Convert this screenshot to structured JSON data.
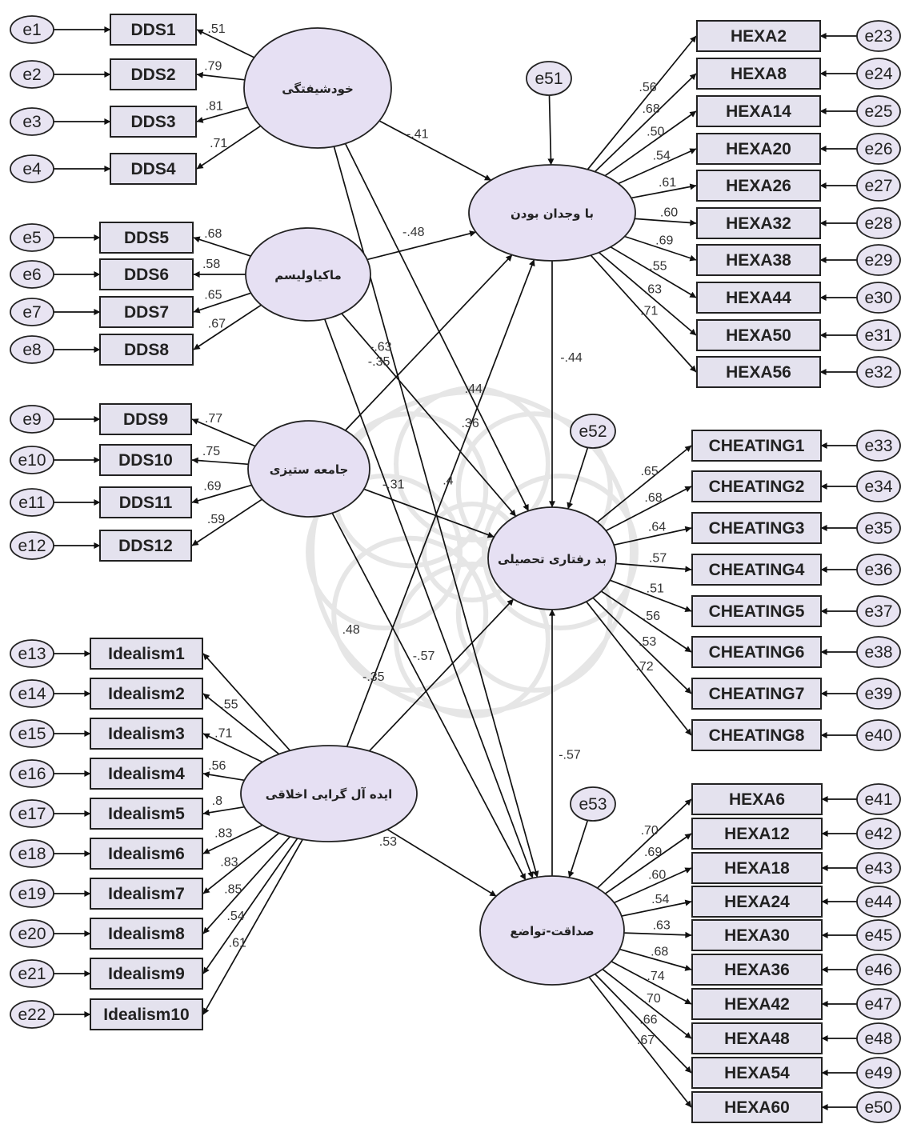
{
  "latents": [
    {
      "id": "L1",
      "label": "خودشیفتگی"
    },
    {
      "id": "L2",
      "label": "ماکیاولیسم"
    },
    {
      "id": "L3",
      "label": "جامعه ستیزی"
    },
    {
      "id": "L4",
      "label": "ایده آل گرایی اخلاقی"
    },
    {
      "id": "L5",
      "label": "با وجدان بودن"
    },
    {
      "id": "L6",
      "label": "بد رفتاری تحصیلی"
    },
    {
      "id": "L7",
      "label": "صداقت-تواضع"
    }
  ],
  "disturbances": [
    {
      "id": "e51",
      "target": "L5"
    },
    {
      "id": "e52",
      "target": "L6"
    },
    {
      "id": "e53",
      "target": "L7"
    }
  ],
  "left_indicators": [
    {
      "factor": "L1",
      "items": [
        {
          "name": "DDS1",
          "error": "e1",
          "loading": ".51"
        },
        {
          "name": "DDS2",
          "error": "e2",
          "loading": ".79"
        },
        {
          "name": "DDS3",
          "error": "e3",
          "loading": ".81"
        },
        {
          "name": "DDS4",
          "error": "e4",
          "loading": ".71"
        }
      ]
    },
    {
      "factor": "L2",
      "items": [
        {
          "name": "DDS5",
          "error": "e5",
          "loading": ".68"
        },
        {
          "name": "DDS6",
          "error": "e6",
          "loading": ".58"
        },
        {
          "name": "DDS7",
          "error": "e7",
          "loading": ".65"
        },
        {
          "name": "DDS8",
          "error": "e8",
          "loading": ".67"
        }
      ]
    },
    {
      "factor": "L3",
      "items": [
        {
          "name": "DDS9",
          "error": "e9",
          "loading": ".77"
        },
        {
          "name": "DDS10",
          "error": "e10",
          "loading": ".75"
        },
        {
          "name": "DDS11",
          "error": "e11",
          "loading": ".69"
        },
        {
          "name": "DDS12",
          "error": "e12",
          "loading": ".59"
        }
      ]
    },
    {
      "factor": "L4",
      "items": [
        {
          "name": "Idealism1",
          "error": "e13",
          "loading": ""
        },
        {
          "name": "Idealism2",
          "error": "e14",
          "loading": ".55"
        },
        {
          "name": "Idealism3",
          "error": "e15",
          "loading": ".71"
        },
        {
          "name": "Idealism4",
          "error": "e16",
          "loading": ".56"
        },
        {
          "name": "Idealism5",
          "error": "e17",
          "loading": ".8"
        },
        {
          "name": "Idealism6",
          "error": "e18",
          "loading": ".83"
        },
        {
          "name": "Idealism7",
          "error": "e19",
          "loading": ".83"
        },
        {
          "name": "Idealism8",
          "error": "e20",
          "loading": ".85"
        },
        {
          "name": "Idealism9",
          "error": "e21",
          "loading": ".54"
        },
        {
          "name": "Idealism10",
          "error": "e22",
          "loading": ".61"
        }
      ]
    }
  ],
  "right_indicators": [
    {
      "factor": "L5",
      "items": [
        {
          "name": "HEXA2",
          "error": "e23",
          "loading": ".56"
        },
        {
          "name": "HEXA8",
          "error": "e24",
          "loading": ".68"
        },
        {
          "name": "HEXA14",
          "error": "e25",
          "loading": ".50"
        },
        {
          "name": "HEXA20",
          "error": "e26",
          "loading": ".54"
        },
        {
          "name": "HEXA26",
          "error": "e27",
          "loading": ".61"
        },
        {
          "name": "HEXA32",
          "error": "e28",
          "loading": ".60"
        },
        {
          "name": "HEXA38",
          "error": "e29",
          "loading": ".69"
        },
        {
          "name": "HEXA44",
          "error": "e30",
          "loading": ".55"
        },
        {
          "name": "HEXA50",
          "error": "e31",
          "loading": ".63"
        },
        {
          "name": "HEXA56",
          "error": "e32",
          "loading": ".71"
        }
      ]
    },
    {
      "factor": "L6",
      "items": [
        {
          "name": "CHEATING1",
          "error": "e33",
          "loading": ".65"
        },
        {
          "name": "CHEATING2",
          "error": "e34",
          "loading": ".68"
        },
        {
          "name": "CHEATING3",
          "error": "e35",
          "loading": ".64"
        },
        {
          "name": "CHEATING4",
          "error": "e36",
          "loading": ".57"
        },
        {
          "name": "CHEATING5",
          "error": "e37",
          "loading": ".51"
        },
        {
          "name": "CHEATING6",
          "error": "e38",
          "loading": ".56"
        },
        {
          "name": "CHEATING7",
          "error": "e39",
          "loading": ".53"
        },
        {
          "name": "CHEATING8",
          "error": "e40",
          "loading": ".72"
        }
      ]
    },
    {
      "factor": "L7",
      "items": [
        {
          "name": "HEXA6",
          "error": "e41",
          "loading": ".70"
        },
        {
          "name": "HEXA12",
          "error": "e42",
          "loading": ".69"
        },
        {
          "name": "HEXA18",
          "error": "e43",
          "loading": ".60"
        },
        {
          "name": "HEXA24",
          "error": "e44",
          "loading": ".54"
        },
        {
          "name": "HEXA30",
          "error": "e45",
          "loading": ".63"
        },
        {
          "name": "HEXA36",
          "error": "e46",
          "loading": ".68"
        },
        {
          "name": "HEXA42",
          "error": "e47",
          "loading": ".74"
        },
        {
          "name": "HEXA48",
          "error": "e48",
          "loading": ".70"
        },
        {
          "name": "HEXA54",
          "error": "e49",
          "loading": ".66"
        },
        {
          "name": "HEXA60",
          "error": "e50",
          "loading": ".67"
        }
      ]
    }
  ],
  "paths": [
    {
      "from": "L1",
      "to": "L5",
      "coef": "-.41"
    },
    {
      "from": "L1",
      "to": "L6",
      "coef": ".44"
    },
    {
      "from": "L1",
      "to": "L7",
      "coef": "-.35"
    },
    {
      "from": "L2",
      "to": "L5",
      "coef": "-.48"
    },
    {
      "from": "L2",
      "to": "L6",
      "coef": ".36"
    },
    {
      "from": "L2",
      "to": "L7",
      "coef": "-.31"
    },
    {
      "from": "L3",
      "to": "L5",
      "coef": "-.63"
    },
    {
      "from": "L3",
      "to": "L6",
      "coef": ".4"
    },
    {
      "from": "L3",
      "to": "L7",
      "coef": "-.35"
    },
    {
      "from": "L4",
      "to": "L5",
      "coef": ".48"
    },
    {
      "from": "L4",
      "to": "L6",
      "coef": "-.57"
    },
    {
      "from": "L4",
      "to": "L7",
      "coef": ".53"
    },
    {
      "from": "L5",
      "to": "L6",
      "coef": "-.44"
    },
    {
      "from": "L7",
      "to": "L6",
      "coef": "-.57"
    }
  ]
}
